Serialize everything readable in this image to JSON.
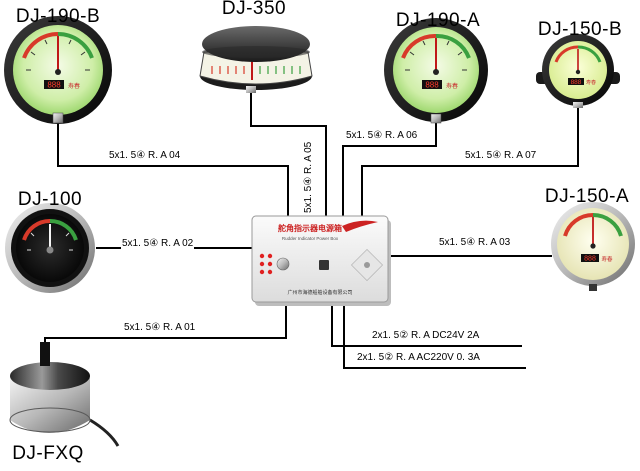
{
  "devices": {
    "dj190b": {
      "title": "DJ-190-B",
      "digits": "888",
      "tag": "寿春"
    },
    "dj350": {
      "title": "DJ-350"
    },
    "dj190a": {
      "title": "DJ-190-A",
      "digits": "888",
      "tag": "寿春"
    },
    "dj150b": {
      "title": "DJ-150-B",
      "digits": "888",
      "tag": "寿春"
    },
    "dj100": {
      "title": "DJ-100"
    },
    "dj150a": {
      "title": "DJ-150-A",
      "digits": "888",
      "tag": "寿春"
    },
    "djfxq": {
      "title": "DJ-FXQ"
    }
  },
  "cables": {
    "ra04": "5x1. 5④ R. A 04",
    "ra05": "5x1. 5④ R. A 05",
    "ra06": "5x1. 5④ R. A 06",
    "ra07": "5x1. 5④ R. A 07",
    "ra02": "5x1. 5④ R. A 02",
    "ra03": "5x1. 5④ R. A 03",
    "ra01": "5x1. 5④ R. A 01",
    "dc24": "2x1. 5② R. A DC24V 2A",
    "ac220": "2x1. 5② R. A AC220V 0. 3A"
  },
  "power_box": {
    "title": "舵角指示器电源箱",
    "subtitle": "Rudder Indicator Power Box",
    "maker": "广州市海德船舶设备有限公司"
  },
  "colors": {
    "wire": "#000000",
    "bezel": "#1a1a1a",
    "dial_green": "#b8e68a",
    "dial_cream": "#f2f0c8",
    "scale_red": "#d83a2a",
    "scale_green": "#3aa040",
    "box_body": "#f4f4f4",
    "box_title": "#cc2222",
    "led_red": "#e02020"
  }
}
